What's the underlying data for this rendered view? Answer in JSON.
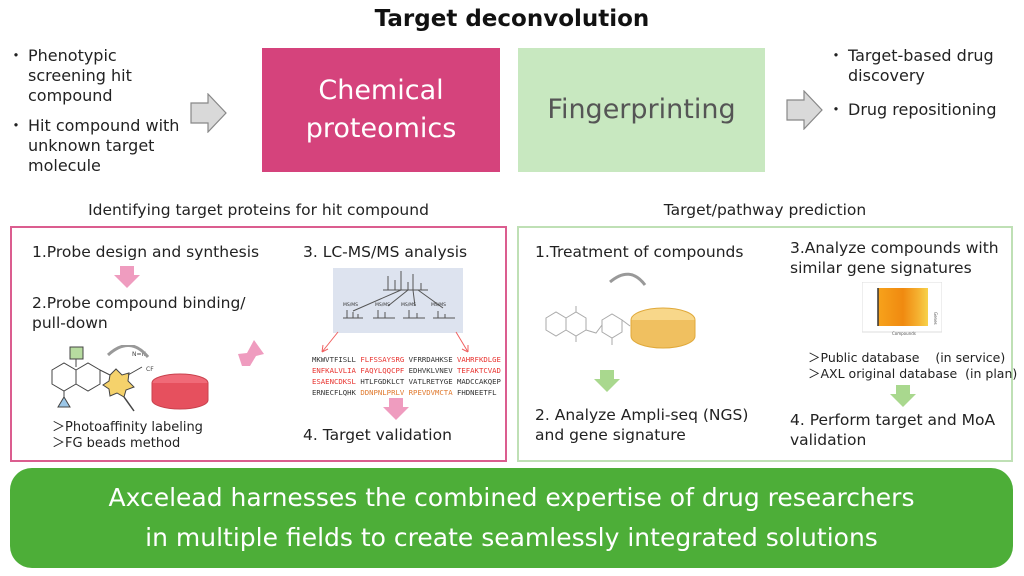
{
  "title": "Target deconvolution",
  "left_bullets": [
    "Phenotypic screening hit compound",
    "Hit compound with unknown target molecule"
  ],
  "center_boxes": {
    "chemical_proteomics": "Chemical proteomics",
    "fingerprinting": "Fingerprinting"
  },
  "right_bullets": [
    "Target-based drug discovery",
    "Drug repositioning"
  ],
  "left_section": {
    "heading": "Identifying target proteins for hit compound",
    "step1": "1.Probe design and synthesis",
    "step2": "2.Probe compound binding/ pull-down",
    "methods": [
      "＞Photoaffinity labeling",
      "＞FG beads method"
    ],
    "step3": "3. LC-MS/MS analysis",
    "step4": "4. Target validation",
    "ms_labels": [
      "MS/MS",
      "MS/MS",
      "MS/MS",
      "MS/MS"
    ],
    "sequence": [
      [
        [
          "MKWVTFISLL ",
          ""
        ],
        [
          "FLFSSAYSRG ",
          "r"
        ],
        [
          "VFRRDAHKSE ",
          ""
        ],
        [
          "VAHRFKDLGE",
          "r"
        ]
      ],
      [
        [
          "ENFKALVLIA FAQYLQQCPF ",
          "r"
        ],
        [
          "EDHVKLVNEV ",
          ""
        ],
        [
          "TEFAKTCVAD",
          "r"
        ]
      ],
      [
        [
          "ESAENCDKSL ",
          "r"
        ],
        [
          "HTLFGDKLCT VATLRETYGE MADCCAKQEP",
          ""
        ]
      ],
      [
        [
          "ERNECFLQHK ",
          ""
        ],
        [
          "DDNPNLPRLV RPEVDVMCTA ",
          "o"
        ],
        [
          "FHDNEETFL",
          ""
        ]
      ]
    ]
  },
  "right_section": {
    "heading": "Target/pathway prediction",
    "step1": "1.Treatment of compounds",
    "step2": "2. Analyze Ampli-seq (NGS) and gene signature",
    "step3": "3.Analyze compounds with similar gene signatures",
    "heatmap_xlabel": "Compounds",
    "heatmap_ylabel": "Genes",
    "databases": [
      {
        "name": "＞Public database",
        "status": "(in service)"
      },
      {
        "name": "＞AXL original database",
        "status": "(in plan)"
      }
    ],
    "step4": "4. Perform target and MoA validation"
  },
  "banner": [
    "Axcelead harnesses the combined expertise of drug researchers",
    "in multiple fields to create seamlessly integrated solutions"
  ],
  "colors": {
    "magenta": "#d5437c",
    "light_green": "#c8e8c0",
    "banner_green": "#4dae38",
    "pink_arrow": "#ef9cbf",
    "green_arrow": "#a9d88e"
  }
}
